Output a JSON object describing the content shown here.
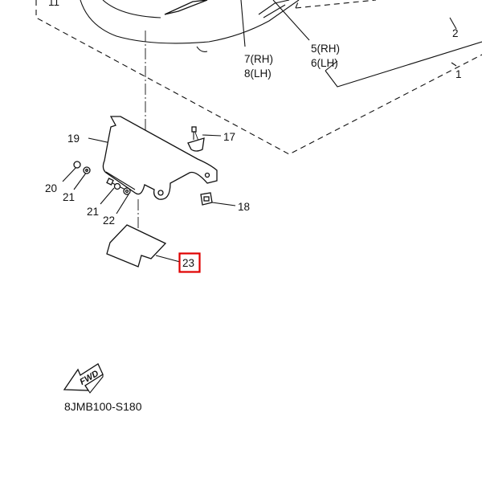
{
  "diagram": {
    "callouts": {
      "p1": "1",
      "p2": "2",
      "p5_6_rh": "5(RH)",
      "p5_6_lh": "6(LH)",
      "p7_8_rh": "7(RH)",
      "p7_8_lh": "8(LH)",
      "p11": "11",
      "p17": "17",
      "p18": "18",
      "p19": "19",
      "p20": "20",
      "p21a": "21",
      "p21b": "21",
      "p22": "22",
      "p23": "23"
    },
    "highlighted_callout": "23",
    "highlight_color": "#e00000",
    "fwd_label": "FWD",
    "diagram_code": "8JMB100-S180"
  }
}
